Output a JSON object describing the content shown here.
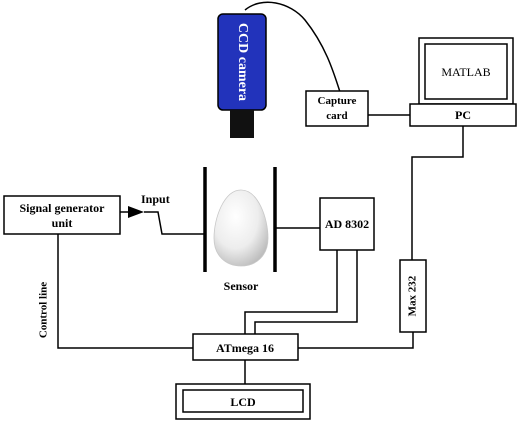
{
  "labels": {
    "camera": "CCD camera",
    "capture_line1": "Capture",
    "capture_line2": "card",
    "screen": "MATLAB",
    "pc": "PC",
    "siggen_line1": "Signal generator",
    "siggen_line2": "unit",
    "input": "Input",
    "sensor": "Sensor",
    "ad": "AD 8302",
    "max": "Max 232",
    "control": "Control line",
    "atmega": "ATmega 16",
    "lcd": "LCD"
  },
  "colors": {
    "camera_body": "#2233bb",
    "camera_lens": "#111111",
    "line": "#000000",
    "egg": "#f2f2f2"
  }
}
